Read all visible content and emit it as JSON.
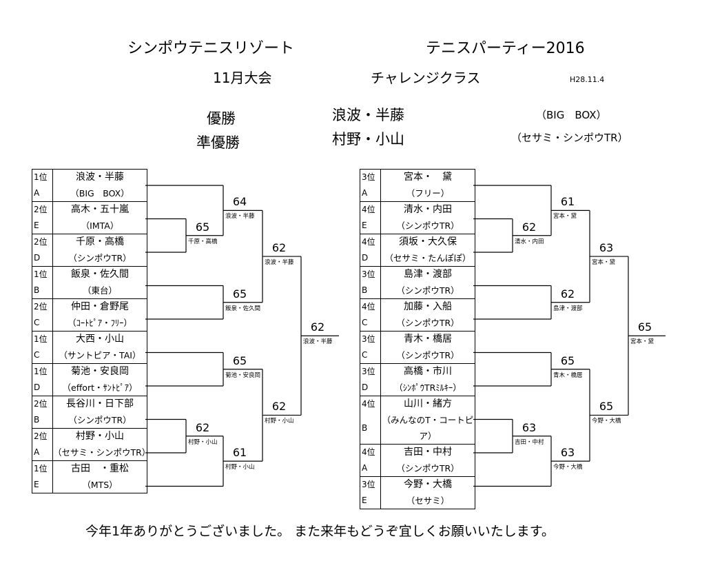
{
  "header": {
    "venue": "シンポウテニスリゾート",
    "event": "テニスパーティー2016",
    "tournament": "11月大会",
    "class": "チャレンジクラス",
    "date": "H28.11.4"
  },
  "results": {
    "champion_label": "優勝",
    "runner_up_label": "準優勝",
    "champion_name": "浪波・半藤",
    "champion_club": "（BIG　BOX）",
    "runner_up_name": "村野・小山",
    "runner_up_club": "（セサミ・シンポウTR）"
  },
  "left_bracket": {
    "pairs": [
      {
        "rank": "1位",
        "group": "A",
        "name": "浪波・半藤",
        "club": "（BIG　BOX）"
      },
      {
        "rank": "2位",
        "group": "E",
        "name": "高木・五十嵐",
        "club": "（IMTA）"
      },
      {
        "rank": "2位",
        "group": "D",
        "name": "千原・高橋",
        "club": "（シンポウTR）"
      },
      {
        "rank": "1位",
        "group": "B",
        "name": "飯泉・佐久間",
        "club": "（東台）"
      },
      {
        "rank": "2位",
        "group": "C",
        "name": "仲田・倉野尾",
        "club": "（ｺｰﾄﾋﾟｱ・ﾌﾘｰ）"
      },
      {
        "rank": "1位",
        "group": "C",
        "name": "大西・小山",
        "club": "（サントピア・TAI）"
      },
      {
        "rank": "1位",
        "group": "D",
        "name": "菊池・安良岡",
        "club": "（effort・ｻﾝﾄﾋﾟｱ）"
      },
      {
        "rank": "2位",
        "group": "B",
        "name": "長谷川・日下部",
        "club": "（シンポウTR）"
      },
      {
        "rank": "2位",
        "group": "A",
        "name": "村野・小山",
        "club": "（セサミ・シンポウTR）"
      },
      {
        "rank": "1位",
        "group": "E",
        "name": "古田　・重松",
        "club": "（MTS）"
      }
    ],
    "matches": [
      {
        "score": "65",
        "winner": "千原・高橋"
      },
      {
        "score": "64",
        "winner": "浪波・半藤"
      },
      {
        "score": "65",
        "winner": "飯泉・佐久間"
      },
      {
        "score": "62",
        "winner": "浪波・半藤"
      },
      {
        "score": "65",
        "winner": "菊池・安良岡"
      },
      {
        "score": "62",
        "winner": "村野・小山"
      },
      {
        "score": "61",
        "winner": "村野・小山"
      },
      {
        "score": "62",
        "winner": "村野・小山"
      },
      {
        "score": "62",
        "winner": "浪波・半藤"
      }
    ]
  },
  "right_bracket": {
    "pairs": [
      {
        "rank": "3位",
        "group": "A",
        "name": "宮本・　黛",
        "club": "（フリー）"
      },
      {
        "rank": "4位",
        "group": "E",
        "name": "清水・内田",
        "club": "（シンポウTR）"
      },
      {
        "rank": "4位",
        "group": "D",
        "name": "須坂・大久保",
        "club": "（セサミ・たんぽぽ）"
      },
      {
        "rank": "3位",
        "group": "B",
        "name": "島津・渡部",
        "club": "（シンポウTR）"
      },
      {
        "rank": "4位",
        "group": "C",
        "name": "加藤・入船",
        "club": "（シンポウTR）"
      },
      {
        "rank": "3位",
        "group": "C",
        "name": "青木・橋居",
        "club": "（シンポウTR）"
      },
      {
        "rank": "3位",
        "group": "D",
        "name": "高橋・市川",
        "club": "（ｼﾝﾎﾟｳTRﾐﾙｷｰ）"
      },
      {
        "rank": "4位",
        "group": "B",
        "name": "山川・緒方",
        "club": "（みんなのT・コートピア）"
      },
      {
        "rank": "4位",
        "group": "A",
        "name": "吉田・中村",
        "club": "（シンポウTR）"
      },
      {
        "rank": "3位",
        "group": "E",
        "name": "今野・大橋",
        "club": "（セサミ）"
      }
    ],
    "matches": [
      {
        "score": "62",
        "winner": "清水・内田"
      },
      {
        "score": "61",
        "winner": "宮本・黛"
      },
      {
        "score": "62",
        "winner": "島津・渡部"
      },
      {
        "score": "63",
        "winner": "宮本・黛"
      },
      {
        "score": "65",
        "winner": "青木・橋居"
      },
      {
        "score": "63",
        "winner": "吉田・中村"
      },
      {
        "score": "63",
        "winner": "今野・大橋"
      },
      {
        "score": "65",
        "winner": "今野・大橋"
      },
      {
        "score": "65",
        "winner": "宮本・黛"
      }
    ]
  },
  "footer": "今年1年ありがとうございました。 また来年もどうぞ宜しくお願いいたします。"
}
